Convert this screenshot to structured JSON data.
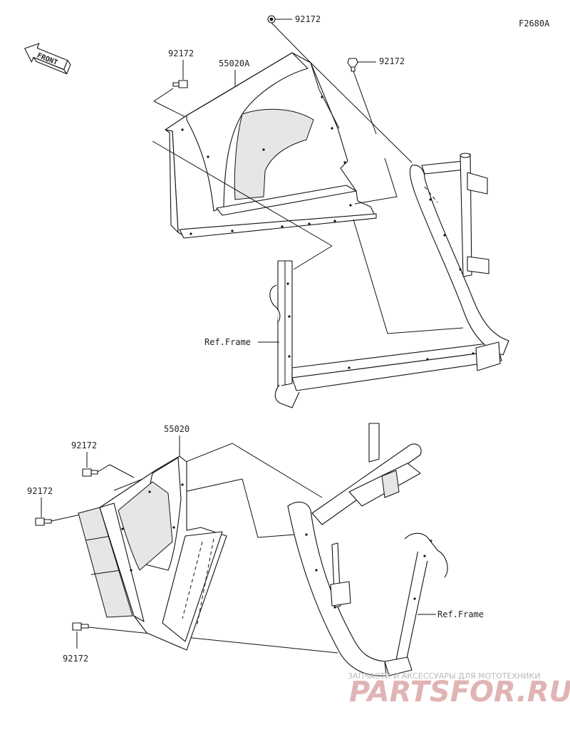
{
  "figure_code": "F2680A",
  "front_label": "FRONT",
  "callouts": {
    "top_bolt_upper": "92172",
    "top_bolt_right": "92172",
    "top_bolt_left": "92172",
    "top_part": "55020A",
    "top_frame": "Ref.Frame",
    "bottom_part": "55020",
    "bottom_bolt_a": "92172",
    "bottom_bolt_b": "92172",
    "bottom_bolt_c": "92172",
    "bottom_frame": "Ref.Frame"
  },
  "watermark": {
    "tagline": "ЗАПЧАСТИ И АКСЕССУАРЫ ДЛЯ МОТОТЕХНИКИ",
    "brand": "PARTSFOR.RU"
  }
}
